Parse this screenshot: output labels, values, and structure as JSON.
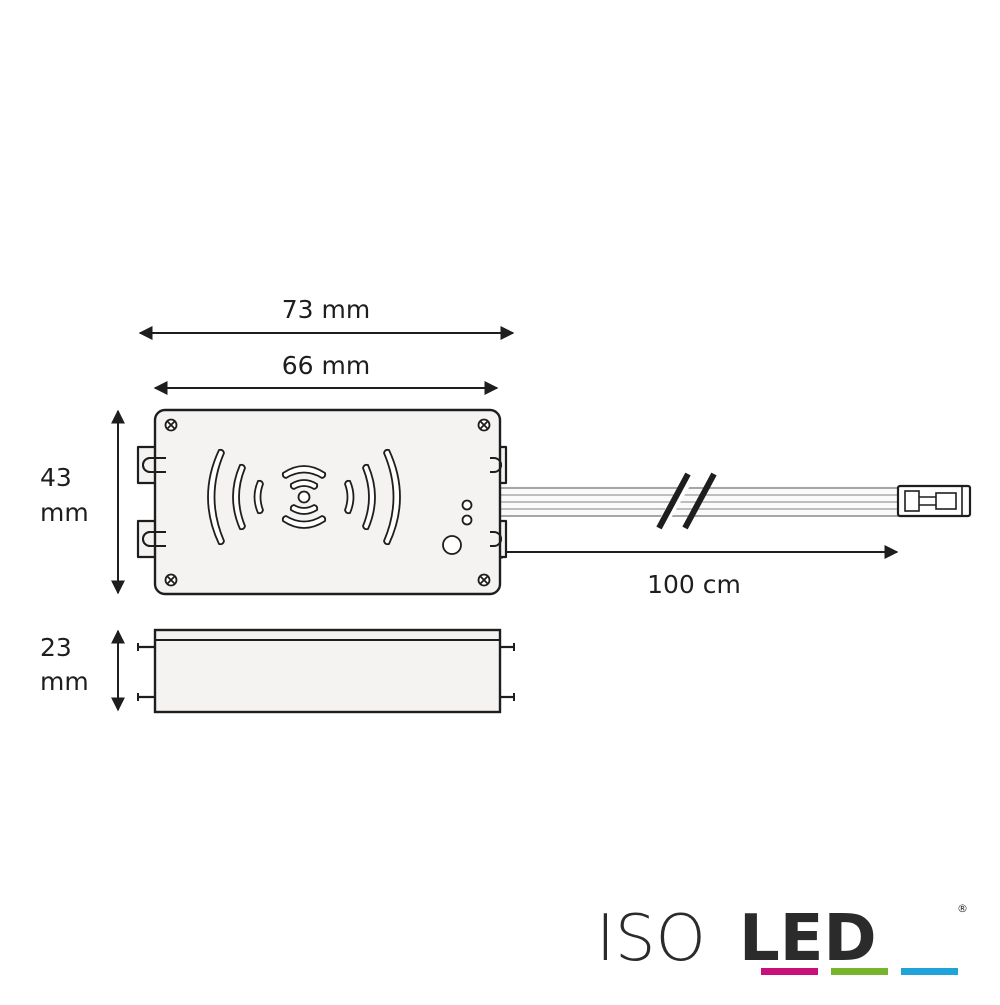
{
  "dimensions": {
    "width_outer": "73 mm",
    "width_inner": "66 mm",
    "height_value": "43",
    "height_unit": "mm",
    "depth_value": "23",
    "depth_unit": "mm",
    "cable_length": "100 cm"
  },
  "logo": {
    "text_light": "ISO",
    "text_bold": "LED",
    "registered": "®",
    "bar_colors": [
      "#c8107a",
      "#78b52e",
      "#1fa3d8"
    ]
  },
  "colors": {
    "line": "#2a2a2a",
    "body_fill": "#f4f3f1",
    "cable": "#9a9a9a"
  }
}
